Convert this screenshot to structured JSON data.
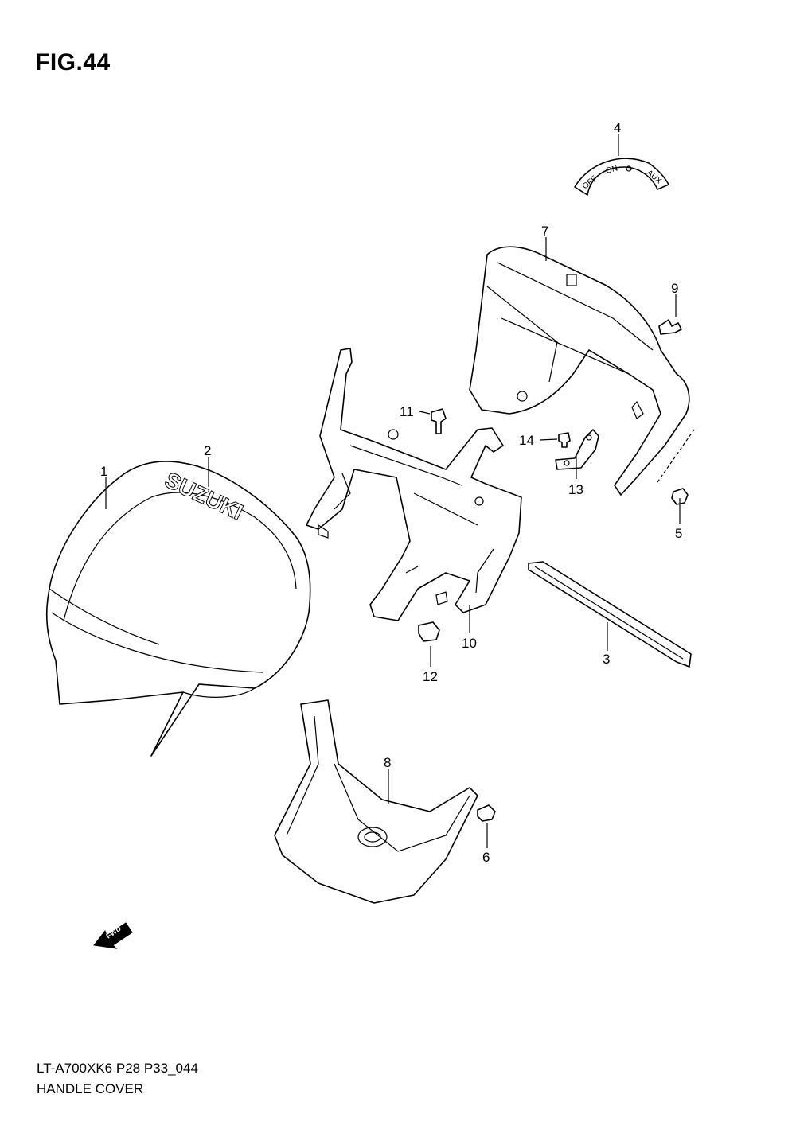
{
  "figure": {
    "title": "FIG.44",
    "model_code": "LT-A700XK6 P28 P33_044",
    "section_name": "HANDLE COVER"
  },
  "parts": [
    {
      "number": "1"
    },
    {
      "number": "2"
    },
    {
      "number": "3"
    },
    {
      "number": "4"
    },
    {
      "number": "5"
    },
    {
      "number": "6"
    },
    {
      "number": "7"
    },
    {
      "number": "8"
    },
    {
      "number": "9"
    },
    {
      "number": "10"
    },
    {
      "number": "11"
    },
    {
      "number": "12"
    },
    {
      "number": "13"
    },
    {
      "number": "14"
    }
  ],
  "emblem_text": "SUZUKI",
  "switch_decal": {
    "labels": [
      "OFF",
      "ON",
      "AUX"
    ]
  },
  "direction_arrow": "FWD"
}
